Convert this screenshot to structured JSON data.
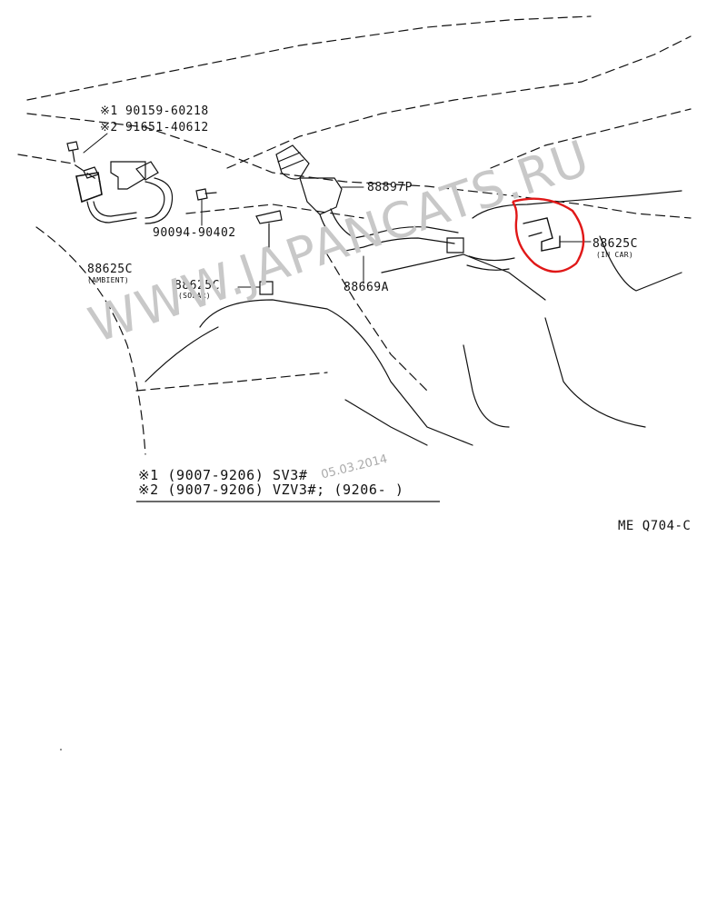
{
  "parts": {
    "p90159": "※1  90159-60218",
    "p91651": "※2  91651-40612",
    "p88897": "88897P",
    "p90094": "90094-90402",
    "p88625_ambient": "88625C",
    "p88625_ambient_sub": "(AMBIENT)",
    "p88625_solar": "88625C",
    "p88625_solar_sub": "(SOLAR)",
    "p88669": "88669A",
    "p88625_incar": "88625C",
    "p88625_incar_sub": "(IN CAR)"
  },
  "notes": {
    "line1": "※1 (9007-9206) SV3#",
    "line2": "※2 (9007-9206) VZV3#; (9206-         )"
  },
  "watermark": {
    "site": "WWW.JAPANCATS.RU",
    "date": "05.03.2014"
  },
  "diagram_code": "ME Q704-C",
  "colors": {
    "highlight": "#e01818",
    "line": "#111111",
    "watermark": "#c8c8c8"
  }
}
